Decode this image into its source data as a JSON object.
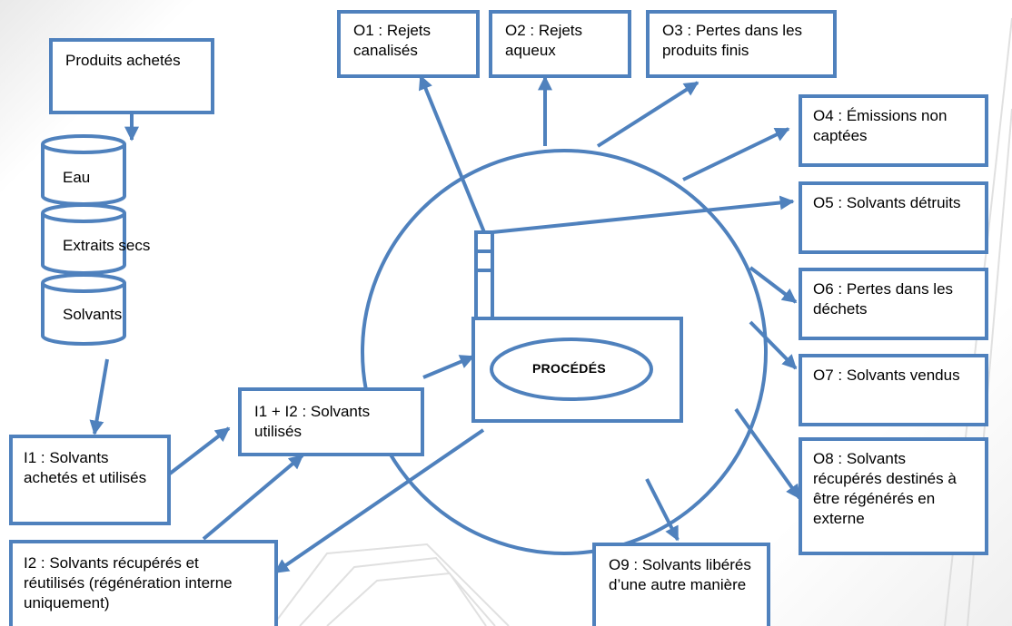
{
  "sources": {
    "purchased": "Produits achetés",
    "water": "Eau",
    "dry_extracts": "Extraits secs",
    "solvents": "Solvants"
  },
  "process": {
    "title": "PROCÉDÉS",
    "used_solvents": "I1 + I2 : Solvants utilisés"
  },
  "inputs": {
    "i1": "I1 : Solvants achetés et utilisés",
    "i2": "I2 : Solvants récupérés et réutilisés (régénération interne uniquement)"
  },
  "outputs": {
    "o1": "O1 : Rejets canalisés",
    "o2": "O2 : Rejets aqueux",
    "o3": "O3 : Pertes dans les produits finis",
    "o4": "O4 : Émissions non captées",
    "o5": "O5 : Solvants détruits",
    "o6": "O6 : Pertes dans les déchets",
    "o7": "O7 : Solvants vendus",
    "o8": "O8 : Solvants récupérés destinés à être régénérés en externe",
    "o9": "O9 : Solvants libérés d’une autre manière"
  },
  "colors": {
    "stroke": "#4f81bd",
    "fill": "#ffffff",
    "text": "#000000"
  }
}
